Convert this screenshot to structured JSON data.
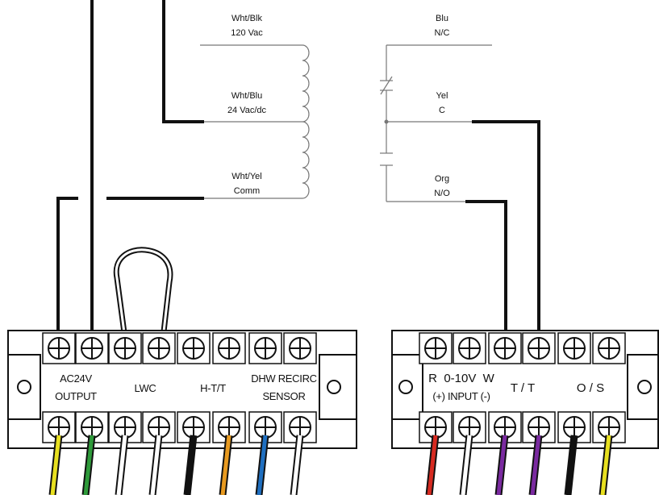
{
  "transformer": {
    "taps": [
      {
        "color": "Wht/Blk",
        "rating": "120 Vac"
      },
      {
        "color": "Wht/Blu",
        "rating": "24 Vac/dc"
      },
      {
        "color": "Wht/Yel",
        "rating": "Comm"
      }
    ]
  },
  "relay": {
    "taps": [
      {
        "color": "Blu",
        "rating": "N/C"
      },
      {
        "color": "Yel",
        "rating": "C"
      },
      {
        "color": "Org",
        "rating": "N/O"
      }
    ]
  },
  "left_strip": {
    "labels": {
      "ac24v_line1": "AC24V",
      "ac24v_line2": "OUTPUT",
      "lwc": "LWC",
      "htt": "H-T/T",
      "dhw_line1": "DHW RECIRC",
      "dhw_line2": "SENSOR"
    },
    "wire_colors": [
      "#e8e020",
      "#2e9a3a",
      "#ffffff",
      "#ffffff",
      "#111111",
      "#e89a20",
      "#1f6fc0",
      "#ffffff"
    ]
  },
  "right_strip": {
    "labels": {
      "input_line1": "R  0-10V  W",
      "input_line2": "(+) INPUT (-)",
      "tt": "T / T",
      "os": "O / S"
    },
    "wire_colors": [
      "#d62a20",
      "#ffffff",
      "#7a2aa0",
      "#7a2aa0",
      "#111111",
      "#e8e020"
    ]
  }
}
